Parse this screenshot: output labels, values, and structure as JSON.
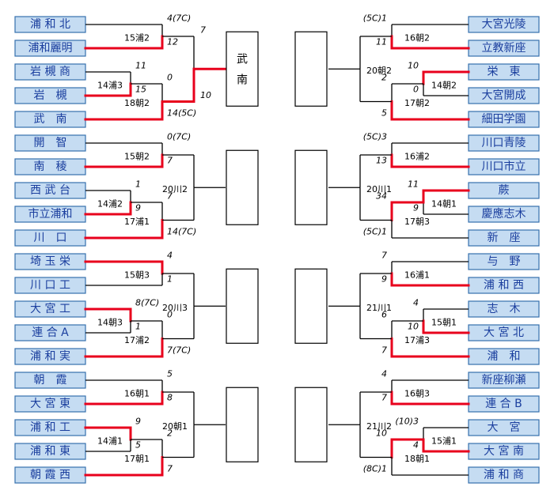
{
  "blocks": [
    {
      "side": "left",
      "teams": [
        "浦 和 北",
        "浦和麗明",
        "岩 槻 商",
        "岩　槻",
        "武　南"
      ],
      "matches": [
        {
          "label": "15浦2",
          "s1": "4(7C)",
          "s2": "12",
          "win": 2
        },
        {
          "label": "14浦3",
          "s1": "11",
          "s2": "15",
          "win": 2
        },
        {
          "label": "18朝2",
          "s1": "0",
          "s2": "14(5C)",
          "win": 2
        },
        {
          "label": "",
          "s1": "7",
          "s2": "10",
          "win": 2
        }
      ],
      "final": "武\n南"
    },
    {
      "side": "left",
      "teams": [
        "開　智",
        "南　稜",
        "西 武 台",
        "市立浦和",
        "川　口"
      ],
      "matches": [
        {
          "label": "15朝2",
          "s1": "0(7C)",
          "s2": "7",
          "win": 2
        },
        {
          "label": "14浦2",
          "s1": "1",
          "s2": "9",
          "win": 2
        },
        {
          "label": "17浦1",
          "s1": "7",
          "s2": "14(7C)",
          "win": 2
        },
        {
          "label": "20川2",
          "s1": "",
          "s2": "",
          "win": 0
        }
      ],
      "final": ""
    },
    {
      "side": "left",
      "teams": [
        "埼 玉 栄",
        "川 口 工",
        "大 宮 工",
        "連 合 A",
        "浦 和 実"
      ],
      "matches": [
        {
          "label": "15朝3",
          "s1": "4",
          "s2": "1",
          "win": 1
        },
        {
          "label": "14朝3",
          "s1": "8(7C)",
          "s2": "1",
          "win": 1
        },
        {
          "label": "17浦2",
          "s1": "0",
          "s2": "7(7C)",
          "win": 2
        },
        {
          "label": "20川3",
          "s1": "",
          "s2": "",
          "win": 0
        }
      ],
      "final": ""
    },
    {
      "side": "left",
      "teams": [
        "朝　霞",
        "大 宮 東",
        "浦 和 工",
        "浦 和 東",
        "朝 霞 西"
      ],
      "matches": [
        {
          "label": "16朝1",
          "s1": "5",
          "s2": "8",
          "win": 2
        },
        {
          "label": "14浦1",
          "s1": "9",
          "s2": "5",
          "win": 1
        },
        {
          "label": "17朝1",
          "s1": "2",
          "s2": "7",
          "win": 2
        },
        {
          "label": "20朝1",
          "s1": "",
          "s2": "",
          "win": 0
        }
      ],
      "final": ""
    },
    {
      "side": "right",
      "teams": [
        "大宮光陵",
        "立教新座",
        "栄　東",
        "大宮開成",
        "細田学園"
      ],
      "matches": [
        {
          "label": "16朝2",
          "s1": "(5C)1",
          "s2": "11",
          "win": 2
        },
        {
          "label": "14朝2",
          "s1": "10",
          "s2": "0",
          "win": 1
        },
        {
          "label": "17朝2",
          "s1": "2",
          "s2": "5",
          "win": 2
        },
        {
          "label": "20朝2",
          "s1": "",
          "s2": "",
          "win": 0
        }
      ],
      "final": ""
    },
    {
      "side": "right",
      "teams": [
        "川口青陵",
        "川口市立",
        "蕨",
        "慶應志木",
        "新　座"
      ],
      "matches": [
        {
          "label": "16浦2",
          "s1": "(5C)3",
          "s2": "13",
          "win": 2
        },
        {
          "label": "14朝1",
          "s1": "11",
          "s2": "9",
          "win": 1
        },
        {
          "label": "17朝3",
          "s1": "34",
          "s2": "(5C)1",
          "win": 1
        },
        {
          "label": "20川1",
          "s1": "",
          "s2": "",
          "win": 0
        }
      ],
      "final": ""
    },
    {
      "side": "right",
      "teams": [
        "与　野",
        "浦 和 西",
        "志　木",
        "大 宮 北",
        "浦　和"
      ],
      "matches": [
        {
          "label": "16浦1",
          "s1": "7",
          "s2": "9",
          "win": 2
        },
        {
          "label": "15朝1",
          "s1": "4",
          "s2": "10",
          "win": 2
        },
        {
          "label": "17浦3",
          "s1": "6",
          "s2": "7",
          "win": 2
        },
        {
          "label": "21川1",
          "s1": "",
          "s2": "",
          "win": 0
        }
      ],
      "final": ""
    },
    {
      "side": "right",
      "teams": [
        "新座柳瀬",
        "連 合 B",
        "大　宮",
        "大 宮 南",
        "浦 和 商"
      ],
      "matches": [
        {
          "label": "16朝3",
          "s1": "4",
          "s2": "7",
          "win": 2
        },
        {
          "label": "15浦1",
          "s1": "(10)3",
          "s2": "4",
          "win": 2
        },
        {
          "label": "18朝1",
          "s1": "10",
          "s2": "(8C)1",
          "win": 1
        },
        {
          "label": "21川2",
          "s1": "",
          "s2": "",
          "win": 0
        }
      ],
      "final": ""
    }
  ]
}
